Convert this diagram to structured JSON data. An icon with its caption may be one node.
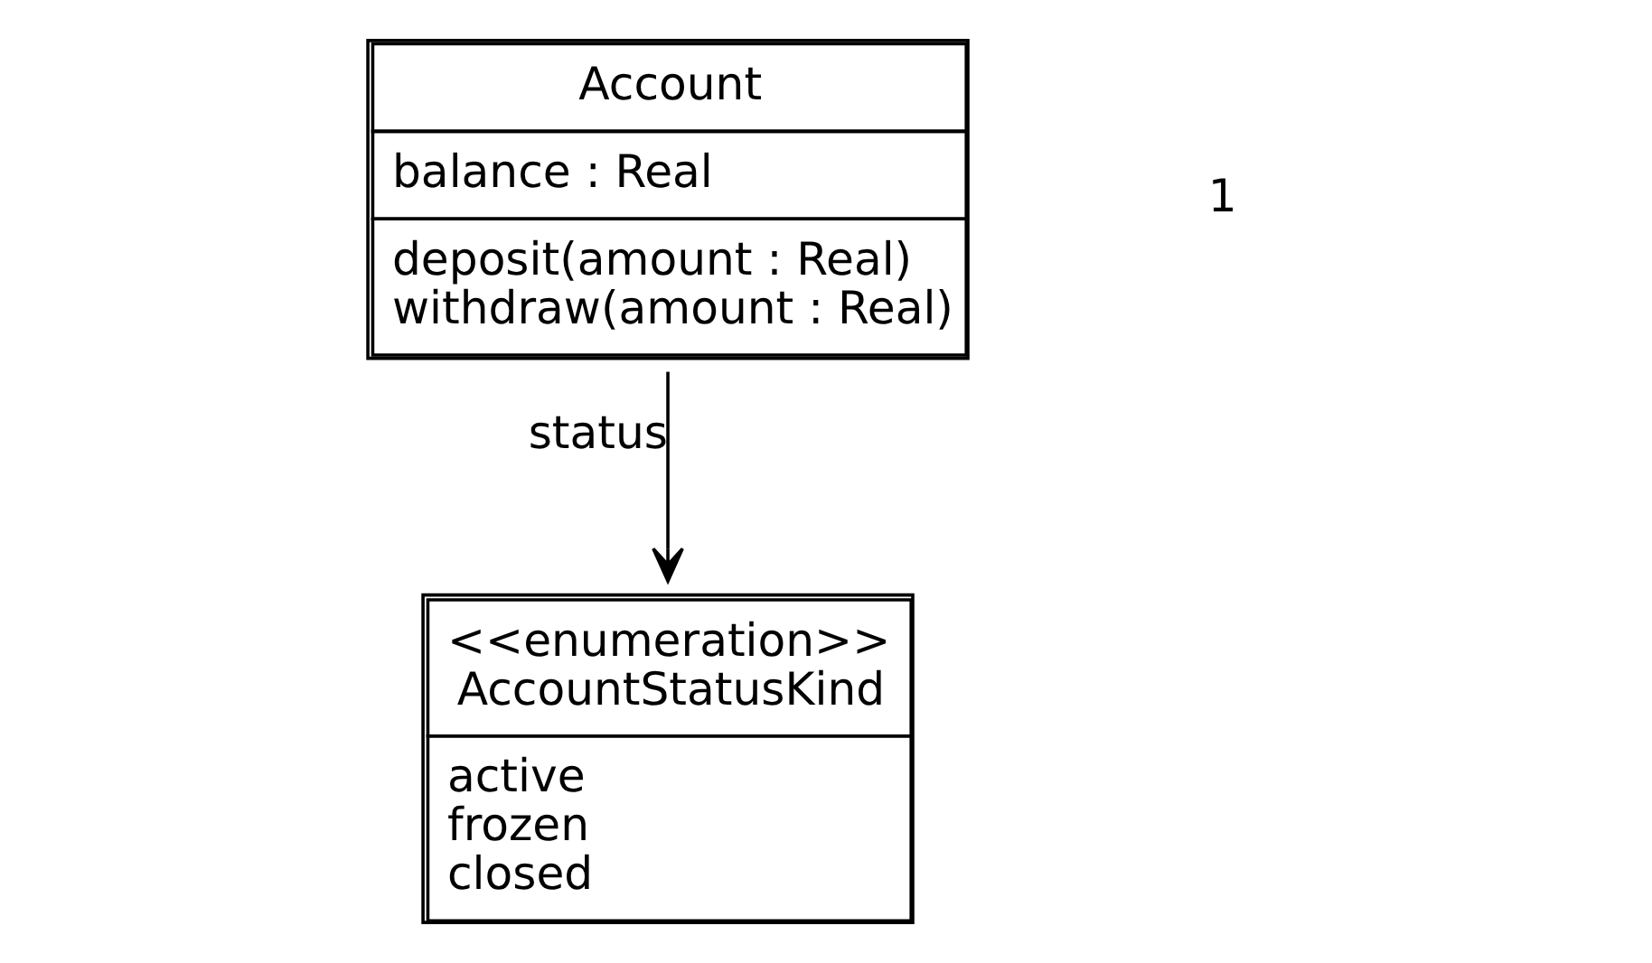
{
  "diagram": {
    "nodes": [
      {
        "text": [
          "Account",
          "balance : Real",
          "deposit(amount : Real)",
          "withdraw(amount : Real)"
        ]
      },
      {
        "text": [
          "<<enumeration>>",
          "AccountStatusKind",
          "active",
          "frozen",
          "closed"
        ]
      }
    ],
    "edges": [
      {
        "from": 0,
        "to": 1,
        "arrow": "to",
        "label": "status"
      }
    ],
    "labels": [
      "1"
    ]
  }
}
